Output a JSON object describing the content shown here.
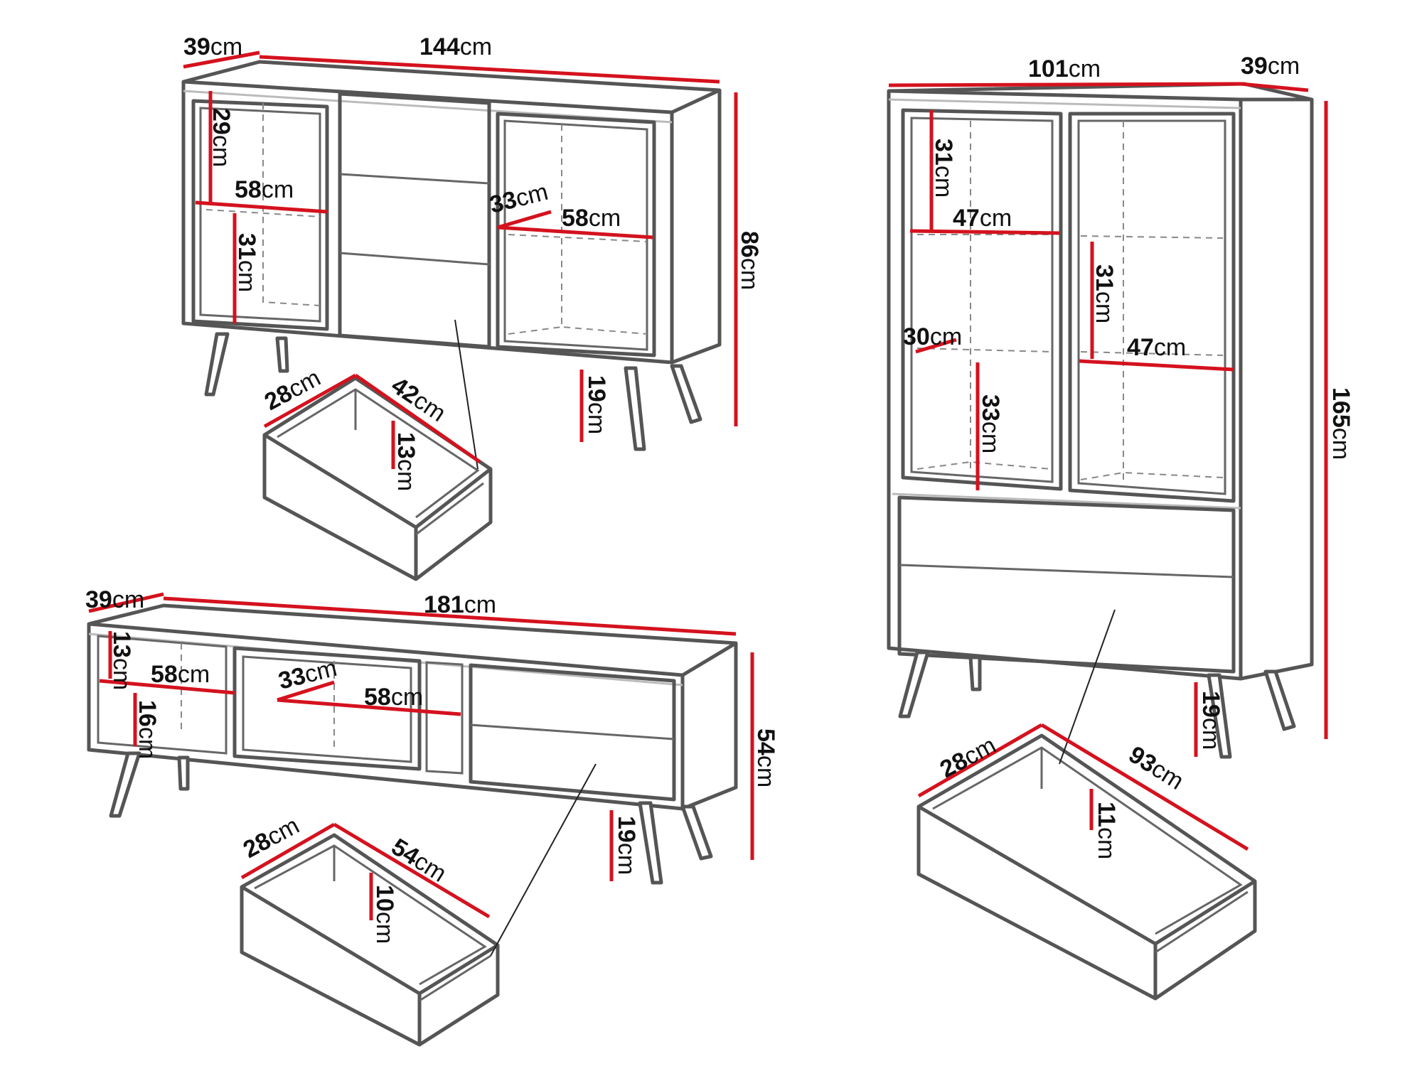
{
  "units": "cm",
  "sideboard": {
    "depth": "39",
    "width": "144",
    "height": "86",
    "left_shelf_upper_height": "29",
    "left_shelf_width": "58",
    "left_shelf_lower_height": "31",
    "right_shelf_depth": "33",
    "right_shelf_width": "58",
    "leg_height": "19",
    "drawer": {
      "depth": "28",
      "width": "42",
      "height": "13"
    }
  },
  "tv_stand": {
    "depth": "39",
    "width": "181",
    "height": "54",
    "left_upper_height": "13",
    "left_shelf_width": "58",
    "left_lower_height": "16",
    "center_shelf_depth": "33",
    "center_shelf_width": "58",
    "leg_height": "19",
    "drawer": {
      "depth": "28",
      "width": "54",
      "height": "10"
    }
  },
  "display_cabinet": {
    "width": "101",
    "depth": "39",
    "height": "165",
    "left_upper_height": "31",
    "left_shelf_width": "47",
    "left_shelf_depth": "30",
    "left_lower_height": "33",
    "right_mid_height": "31",
    "right_shelf_width": "47",
    "leg_height": "19",
    "drawer": {
      "depth": "28",
      "width": "93",
      "height": "11"
    }
  }
}
